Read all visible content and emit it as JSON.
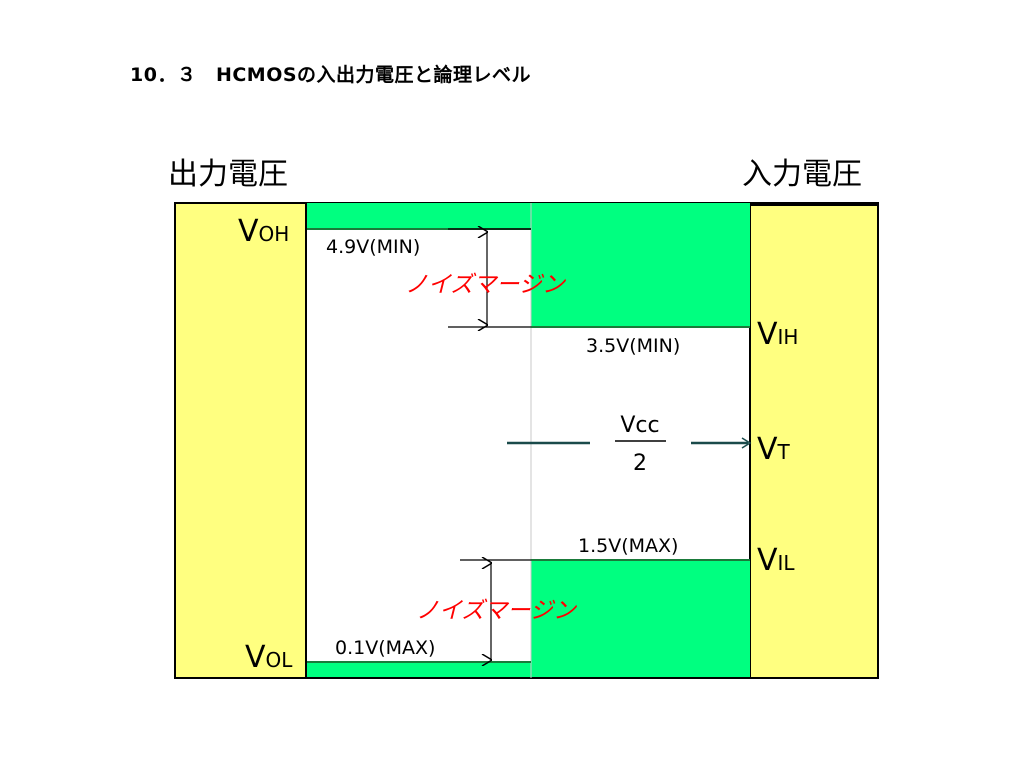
{
  "title": "10．３　HCMOSの入出力電圧と論理レベル",
  "headers": {
    "output": "出力電圧",
    "input": "入力電圧"
  },
  "output_levels": {
    "voh": {
      "main": "V",
      "sub": "OH",
      "value": "4.9V(MIN)"
    },
    "vol": {
      "main": "V",
      "sub": "OL",
      "value": "0.1V(MAX)"
    }
  },
  "input_levels": {
    "vih": {
      "main": "V",
      "sub": "IH",
      "value": "3.5V(MIN)"
    },
    "vt": {
      "main": "V",
      "sub": "T"
    },
    "vil": {
      "main": "V",
      "sub": "IL",
      "value": "1.5V(MAX)"
    }
  },
  "threshold": {
    "numerator": "Vcc",
    "denominator": "2"
  },
  "noise_margin": {
    "upper": "ノイズマージン",
    "lower": "ノイズマージン"
  },
  "colors": {
    "yellow": "#ffff80",
    "green": "#00ff80",
    "black": "#000000",
    "teal_line": "#1a4a4a",
    "red": "#ff0000"
  }
}
